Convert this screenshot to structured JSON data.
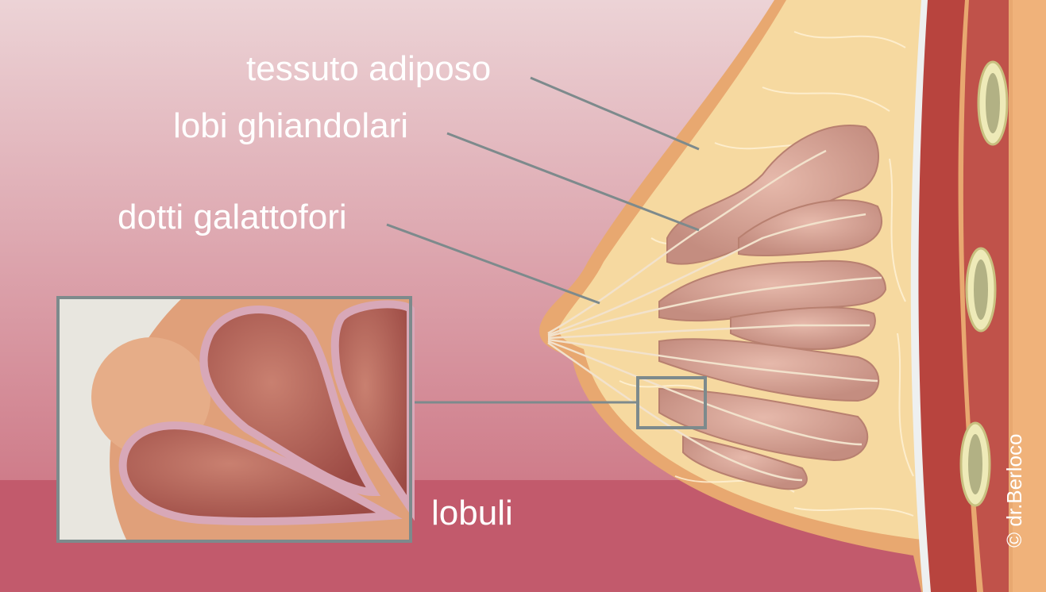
{
  "labels": {
    "adipose": "tessuto adiposo",
    "lobes": "lobi ghiandolari",
    "ducts": "dotti galattofori",
    "lobules": "lobuli"
  },
  "credit": "© dr.Berloco",
  "colors": {
    "background_top": "#ebd0d4",
    "background_bottom": "#c9687a",
    "band": "#c25a6c",
    "fat": "#f6d9a0",
    "gland": "#d9a79a",
    "muscle": "#b8443e",
    "skin": "#f0b27a",
    "leader": "#7d8a8c"
  }
}
